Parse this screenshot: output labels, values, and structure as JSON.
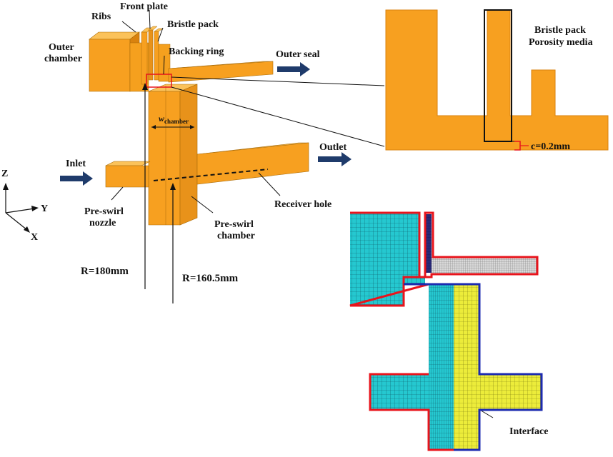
{
  "labels": {
    "ribs": "Ribs",
    "front_plate": "Front plate",
    "bristle_pack": "Bristle pack",
    "outer_chamber_1": "Outer",
    "outer_chamber_2": "chamber",
    "backing_ring": "Backing ring",
    "outer_seal": "Outer seal",
    "w_chamber_w": "w",
    "w_chamber_sub": "chamber",
    "inlet": "Inlet",
    "outlet": "Outlet",
    "pre_swirl_nozzle_1": "Pre-swirl",
    "pre_swirl_nozzle_2": "nozzle",
    "pre_swirl_chamber_1": "Pre-swirl",
    "pre_swirl_chamber_2": "chamber",
    "receiver_hole": "Receiver hole",
    "r180": "R=180mm",
    "r160": "R=160.5mm",
    "axis_z": "Z",
    "axis_y": "Y",
    "axis_x": "X",
    "detail_bristle_1": "Bristle pack",
    "detail_bristle_2": "Porosity media",
    "clearance": "c=0.2mm",
    "interface": "Interface"
  },
  "colors": {
    "orange_front": "#f7a020",
    "orange_top": "#fbc25a",
    "orange_side": "#d9820e",
    "arrow_blue": "#1f3b6b",
    "mesh_cyan": "#25c8d0",
    "mesh_yellow": "#ecec3a",
    "boundary_red": "#e8141c",
    "boundary_blue": "#1c2bb0"
  }
}
